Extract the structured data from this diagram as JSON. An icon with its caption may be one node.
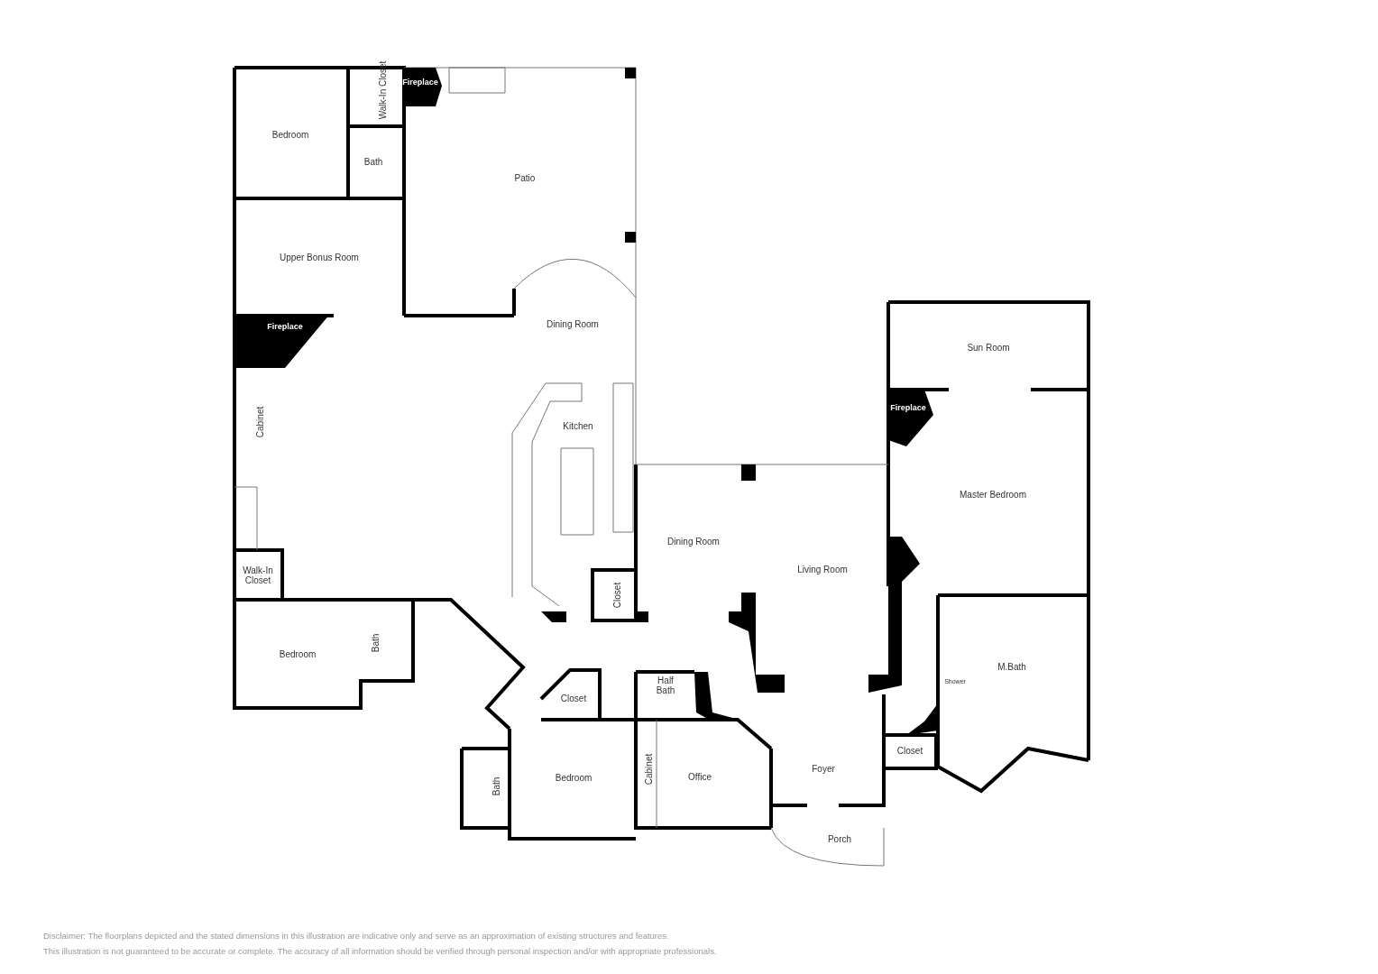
{
  "diagram": {
    "labels": [
      "Walk-In Closet",
      "Fireplace",
      "Bedroom",
      "Bath",
      "Patio",
      "Upper Bonus Room",
      "Fireplace",
      "Dining Room",
      "Sun Room",
      "Fireplace",
      "Cabinet",
      "Kitchen",
      "Master Bedroom",
      "Dining Room",
      "Living Room",
      "Walk-In Closet",
      "Closet",
      "Bedroom",
      "Bath",
      "M.Bath",
      "Half Bath",
      "Shower",
      "Closet",
      "Closet",
      "Foyer",
      "Bedroom",
      "Office",
      "Cabinet",
      "Bath",
      "Porch",
      "Disclaimer: The floorplans depicted and the stated dimensions in this illustration are indicative only and serve as an approximation of existing structures and features.",
      "This illustration is not guaranteed to be accurate or complete. The accuracy of all information should be verified through personal inspection and/or with appropriate professionals."
    ]
  }
}
